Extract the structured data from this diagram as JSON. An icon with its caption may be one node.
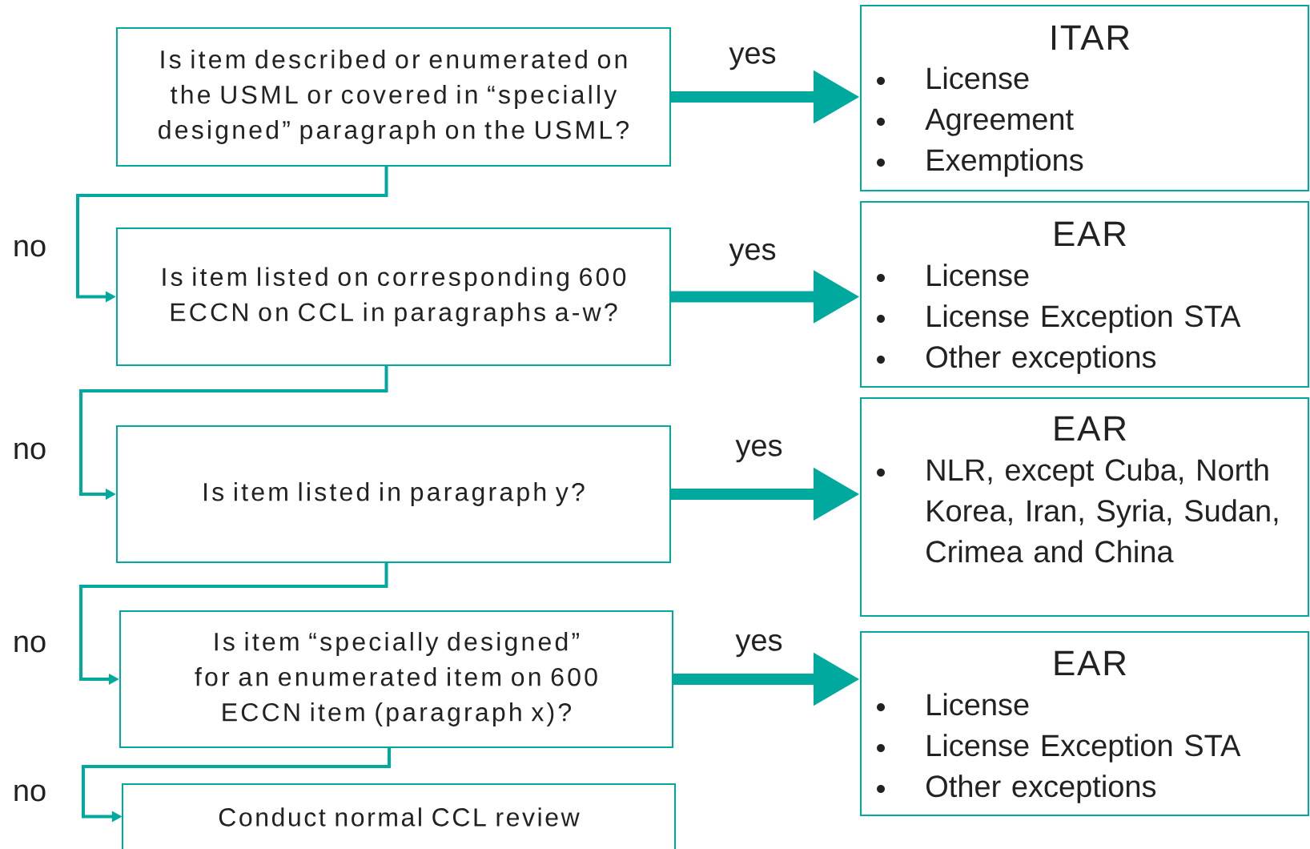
{
  "diagram": {
    "nodes": [
      {
        "text": [
          "Is item described or enumerated on the USML or covered in “specially designed” paragraph on the USML?"
        ]
      },
      {
        "text": [
          "ITAR",
          "License",
          "Agreement",
          "Exemptions"
        ]
      },
      {
        "text": [
          "Is item listed on corresponding 600 ECCN on CCL in paragraphs a-w?"
        ]
      },
      {
        "text": [
          "EAR",
          "License",
          "License Exception STA",
          "Other exceptions"
        ]
      },
      {
        "text": [
          "Is item listed in paragraph y?"
        ]
      },
      {
        "text": [
          "EAR",
          "NLR, except Cuba, North Korea, Iran, Syria, Sudan, Crimea and China"
        ]
      },
      {
        "text": [
          "Is item “specially designed” for an enumerated item on 600 ECCN item (paragraph x)?"
        ]
      },
      {
        "text": [
          "EAR",
          "License",
          "License  Exception STA",
          "Other exceptions"
        ]
      },
      {
        "text": [
          "Conduct normal CCL review"
        ]
      }
    ],
    "edges": [
      {
        "from": 0,
        "to": 1,
        "arrow": "to",
        "label": "yes",
        "style": "thick"
      },
      {
        "from": 0,
        "to": 2,
        "arrow": "to",
        "label": "no"
      },
      {
        "from": 2,
        "to": 3,
        "arrow": "to",
        "label": "yes",
        "style": "thick"
      },
      {
        "from": 2,
        "to": 4,
        "arrow": "to",
        "label": "no"
      },
      {
        "from": 4,
        "to": 5,
        "arrow": "to",
        "label": "yes",
        "style": "thick"
      },
      {
        "from": 4,
        "to": 6,
        "arrow": "to",
        "label": "no"
      },
      {
        "from": 6,
        "to": 7,
        "arrow": "to",
        "label": "yes",
        "style": "thick"
      },
      {
        "from": 6,
        "to": 8,
        "arrow": "to",
        "label": "no"
      }
    ]
  }
}
